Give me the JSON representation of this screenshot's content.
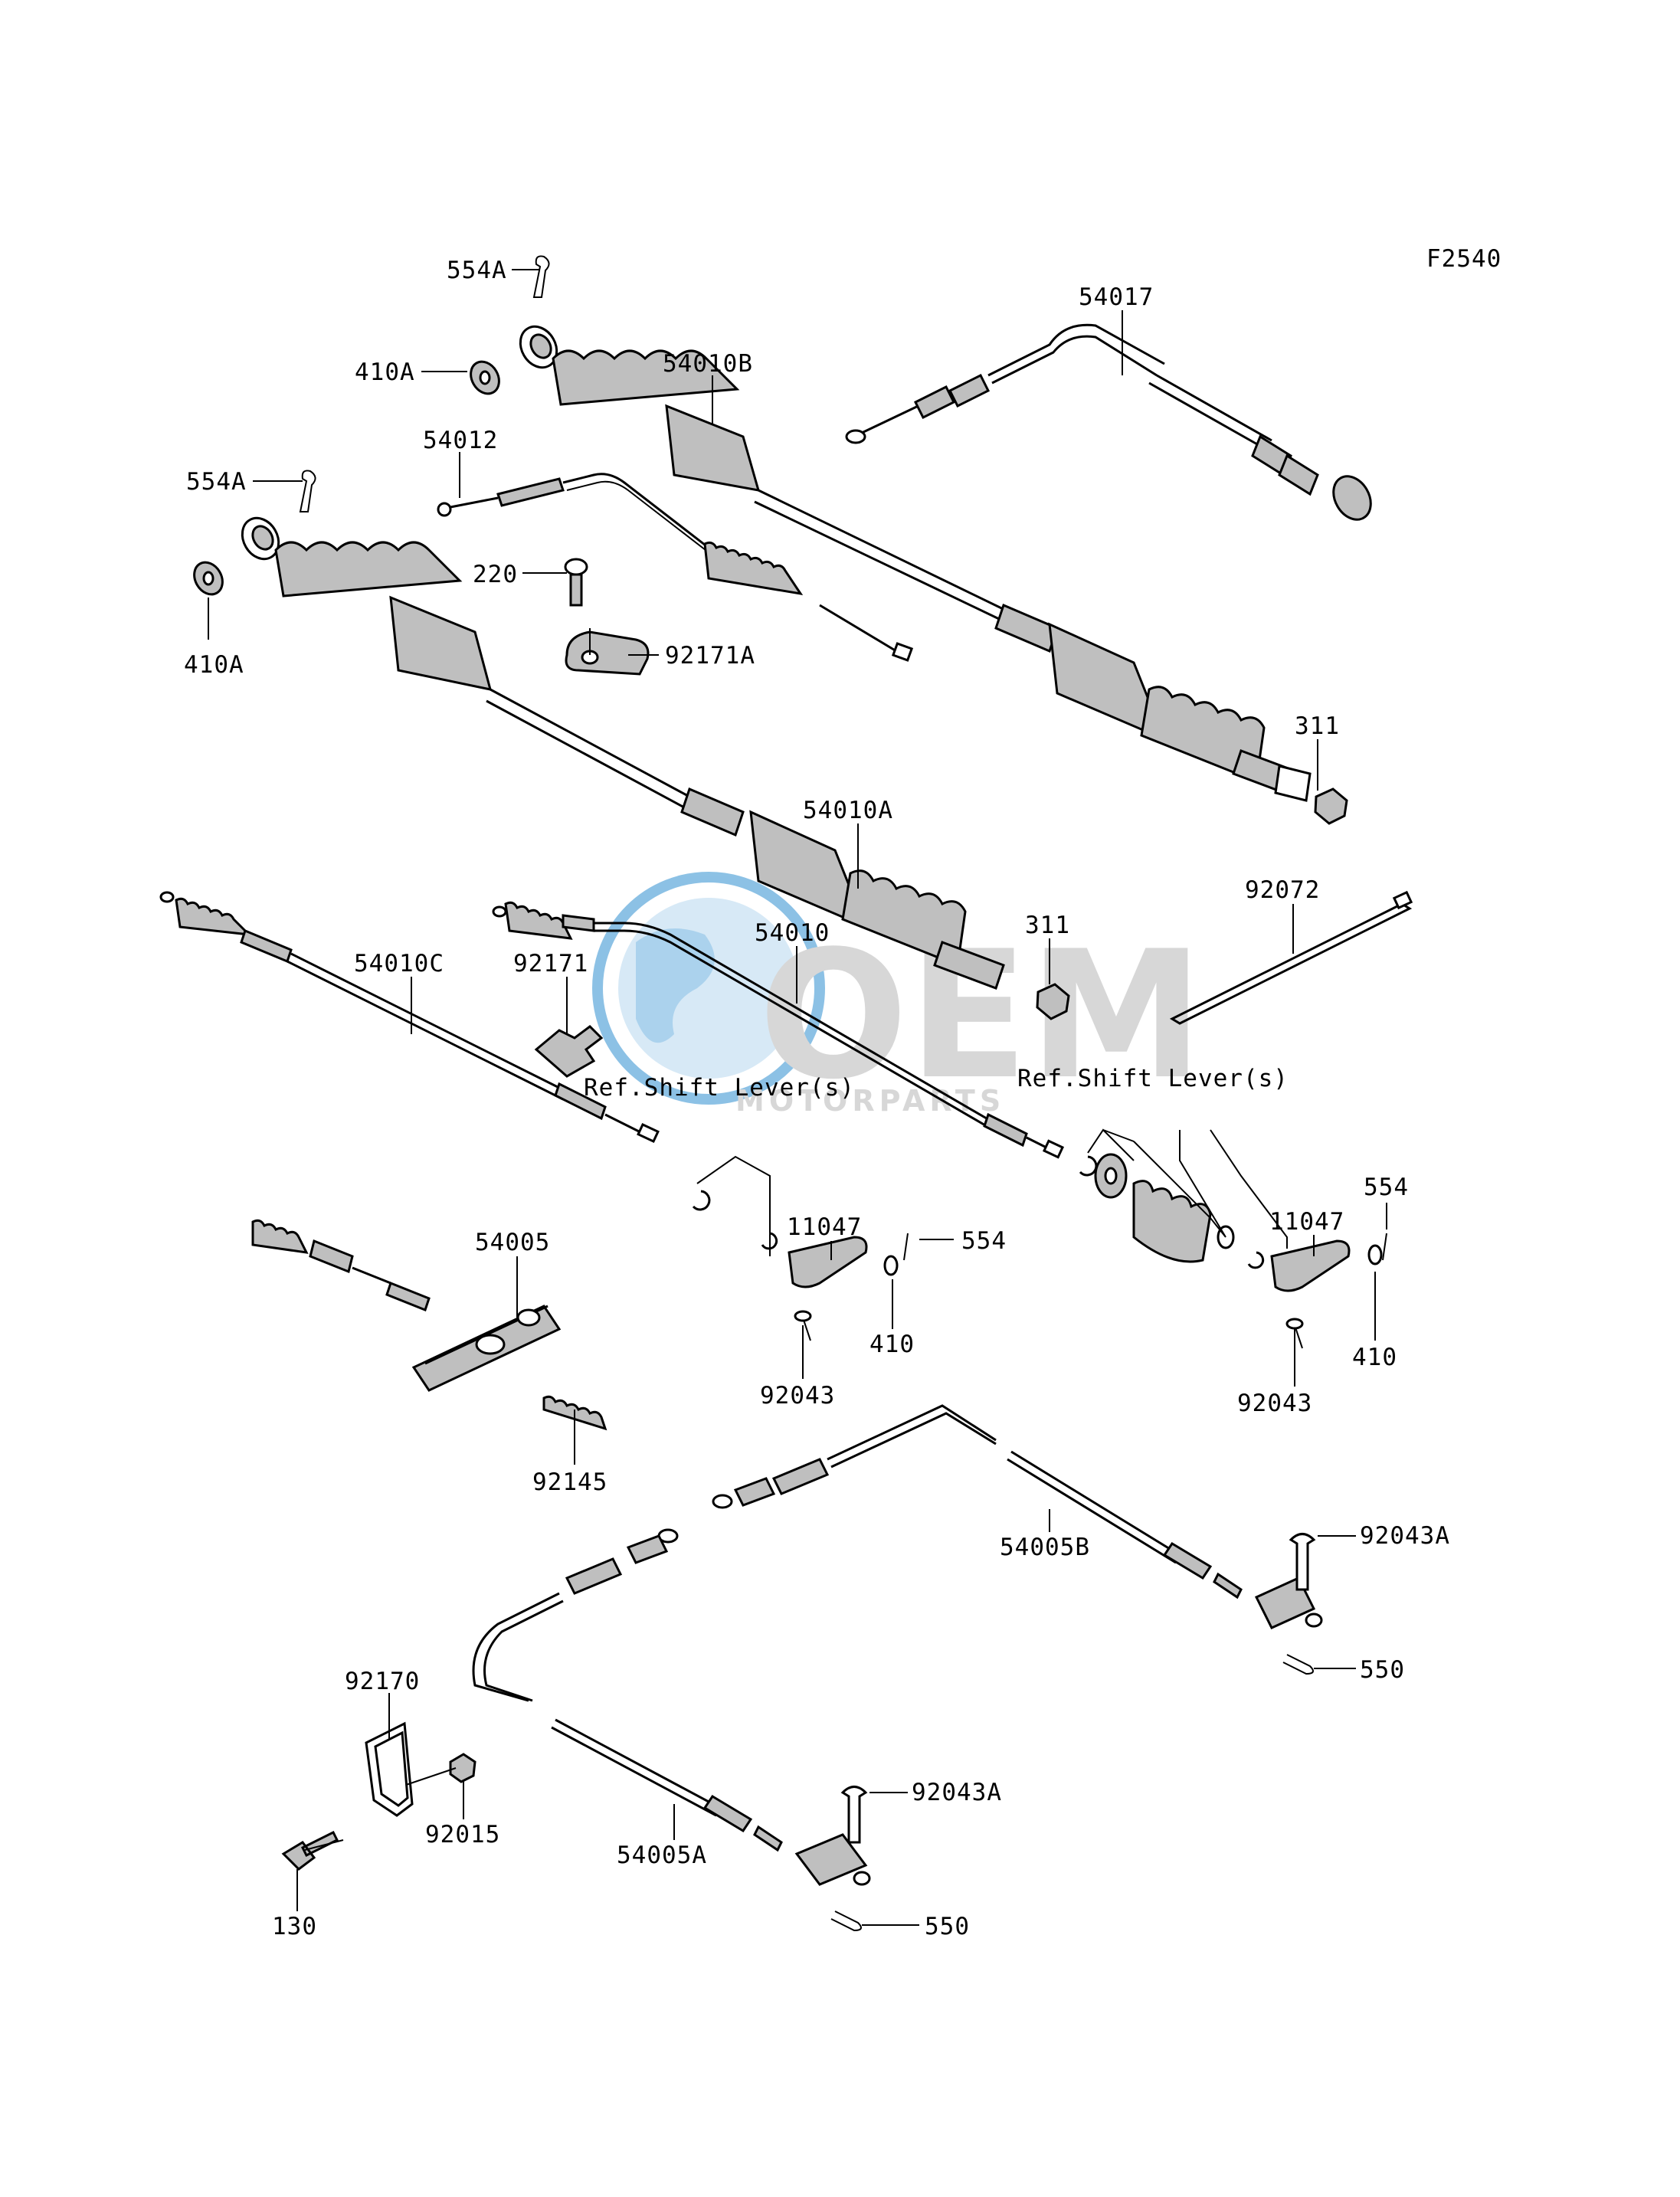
{
  "figure_code": "F2540",
  "reference_labels": {
    "left": "Ref.Shift Lever(s)",
    "right": "Ref.Shift Lever(s)"
  },
  "watermark": {
    "main": "OEM",
    "sub": "MOTORPARTS",
    "color": "#2f8fd0"
  },
  "parts": [
    {
      "id": "p554A_1",
      "label": "554A"
    },
    {
      "id": "p410A_1",
      "label": "410A"
    },
    {
      "id": "p54010B",
      "label": "54010B"
    },
    {
      "id": "p54017",
      "label": "54017"
    },
    {
      "id": "p54012",
      "label": "54012"
    },
    {
      "id": "p554A_2",
      "label": "554A"
    },
    {
      "id": "p410A_2",
      "label": "410A"
    },
    {
      "id": "p220",
      "label": "220"
    },
    {
      "id": "p92171A",
      "label": "92171A"
    },
    {
      "id": "p311_1",
      "label": "311"
    },
    {
      "id": "p54010A",
      "label": "54010A"
    },
    {
      "id": "p92072",
      "label": "92072"
    },
    {
      "id": "p311_2",
      "label": "311"
    },
    {
      "id": "p54010",
      "label": "54010"
    },
    {
      "id": "p54010C",
      "label": "54010C"
    },
    {
      "id": "p92171",
      "label": "92171"
    },
    {
      "id": "p554_1",
      "label": "554"
    },
    {
      "id": "p11047_1",
      "label": "11047"
    },
    {
      "id": "p554_2",
      "label": "554"
    },
    {
      "id": "p11047_2",
      "label": "11047"
    },
    {
      "id": "p54005",
      "label": "54005"
    },
    {
      "id": "p410_1",
      "label": "410"
    },
    {
      "id": "p410_2",
      "label": "410"
    },
    {
      "id": "p92043_1",
      "label": "92043"
    },
    {
      "id": "p92043_2",
      "label": "92043"
    },
    {
      "id": "p92145",
      "label": "92145"
    },
    {
      "id": "p92043A_1",
      "label": "92043A"
    },
    {
      "id": "p54005B",
      "label": "54005B"
    },
    {
      "id": "p550_1",
      "label": "550"
    },
    {
      "id": "p92170",
      "label": "92170"
    },
    {
      "id": "p92015",
      "label": "92015"
    },
    {
      "id": "p92043A_2",
      "label": "92043A"
    },
    {
      "id": "p54005A",
      "label": "54005A"
    },
    {
      "id": "p550_2",
      "label": "550"
    },
    {
      "id": "p130",
      "label": "130"
    }
  ]
}
